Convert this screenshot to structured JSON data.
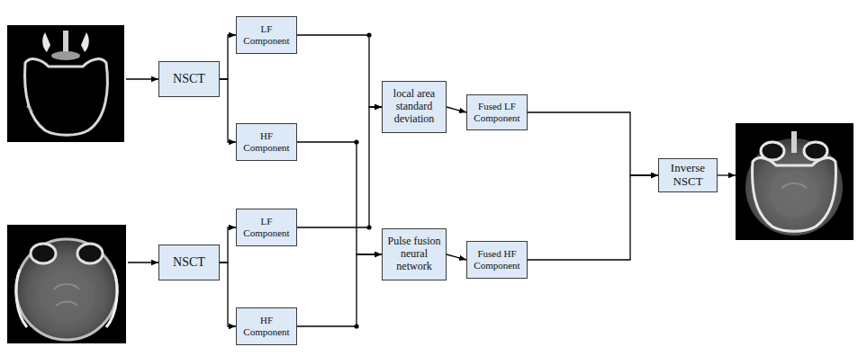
{
  "diagram": {
    "nodes": [
      {
        "text": [
          "NSCT"
        ]
      },
      {
        "text": [
          "LF Component"
        ]
      },
      {
        "text": [
          "HF Component"
        ]
      },
      {
        "text": [
          "local area standard deviation"
        ]
      },
      {
        "text": [
          "Fused LF Component"
        ]
      },
      {
        "text": [
          "Inverse NSCT"
        ]
      },
      {
        "text": [
          "NSCT"
        ]
      },
      {
        "text": [
          "LF Component"
        ]
      },
      {
        "text": [
          "HF Component"
        ]
      },
      {
        "text": [
          "Pulse fusion neural network"
        ]
      },
      {
        "text": [
          "Fused HF Component"
        ]
      }
    ],
    "edges": [
      {
        "from": 0,
        "to": 1,
        "arrow": "to"
      },
      {
        "from": 0,
        "to": 2,
        "arrow": "to"
      },
      {
        "from": 1,
        "to": 3,
        "arrow": "to"
      },
      {
        "from": 7,
        "to": 3,
        "arrow": "to"
      },
      {
        "from": 2,
        "to": 9,
        "arrow": "to"
      },
      {
        "from": 8,
        "to": 9,
        "arrow": "to"
      },
      {
        "from": 3,
        "to": 4,
        "arrow": "to"
      },
      {
        "from": 9,
        "to": 10,
        "arrow": "to"
      },
      {
        "from": 4,
        "to": 5,
        "arrow": "to"
      },
      {
        "from": 10,
        "to": 5,
        "arrow": "to"
      },
      {
        "from": 6,
        "to": 7,
        "arrow": "to"
      },
      {
        "from": 6,
        "to": 8,
        "arrow": "to"
      }
    ]
  }
}
